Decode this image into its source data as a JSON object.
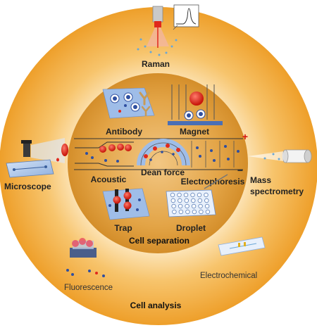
{
  "outer_ring": {
    "title": "Cell analysis",
    "methods": {
      "raman": "Raman",
      "microscope": "Microscope",
      "mass_spec_line1": "Mass",
      "mass_spec_line2": "spectrometry",
      "fluorescence": "Fluorescence",
      "electrochemical": "Electrochemical"
    }
  },
  "inner_circle": {
    "title": "Cell separation",
    "methods": {
      "antibody": "Antibody",
      "magnet": "Magnet",
      "acoustic": "Acoustic",
      "dean_force": "Dean force",
      "electrophoresis": "Electrophoresis",
      "trap": "Trap",
      "droplet": "Droplet"
    },
    "polarity": {
      "positive": "+",
      "negative": "−"
    }
  },
  "colors": {
    "ring_outer": "#f0a732",
    "ring_glow": "#fbe3b5",
    "inner_disk": "#dc9a35",
    "cell_red": "#e0281c",
    "cell_blue": "#2f4fa0",
    "panel_blue": "#a9c3ea",
    "antibody_y": "#c79b57"
  },
  "icons": [
    "raman-laser-icon",
    "raman-spectrum-icon",
    "microscope-icon",
    "microchip-icon",
    "mass-spec-cylinder-icon",
    "fluorescence-chip-icon",
    "electrochemical-chip-icon",
    "antibody-icon",
    "magnet-icon",
    "acoustic-channel-icon",
    "dean-spiral-icon",
    "electrophoresis-channel-icon",
    "trap-icon",
    "droplet-array-icon"
  ]
}
